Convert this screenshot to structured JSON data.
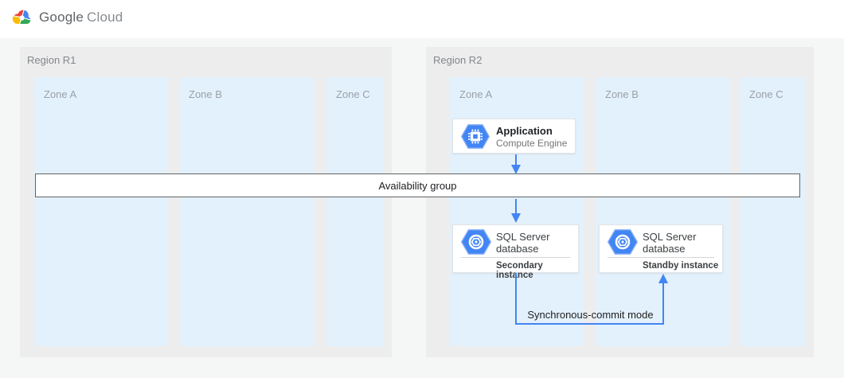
{
  "header": {
    "logo": {
      "brand": "Google",
      "product": "Cloud",
      "icon": "google-cloud-logo-icon"
    }
  },
  "regions": [
    {
      "label": "Region R1",
      "zones": [
        {
          "label": "Zone A"
        },
        {
          "label": "Zone B"
        },
        {
          "label": "Zone C"
        }
      ]
    },
    {
      "label": "Region R2",
      "zones": [
        {
          "label": "Zone A"
        },
        {
          "label": "Zone B"
        },
        {
          "label": "Zone C"
        }
      ]
    }
  ],
  "nodes": {
    "application": {
      "title": "Application",
      "subtitle": "Compute Engine",
      "icon": "compute-engine-hexagon-icon"
    },
    "sql_secondary": {
      "title": "SQL Server database",
      "role": "Secondary instance",
      "icon": "compute-engine-disk-hexagon-icon"
    },
    "sql_standby": {
      "title": "SQL Server database",
      "role": "Standby instance",
      "icon": "compute-engine-disk-hexagon-icon"
    }
  },
  "overlays": {
    "availability_group": "Availability group",
    "sync_mode": "Synchronous-commit mode"
  },
  "colors": {
    "arrow_blue": "#4285f4",
    "hexagon_blue": "#4285f4",
    "zone_fill": "#e3f1fc",
    "region_fill": "#ededee",
    "page_fill": "#f5f6f6",
    "availability_border": "#5f6368",
    "logo_red": "#ea4335",
    "logo_blue": "#4285f4",
    "logo_green": "#34a853",
    "logo_yellow": "#fbbc05"
  }
}
